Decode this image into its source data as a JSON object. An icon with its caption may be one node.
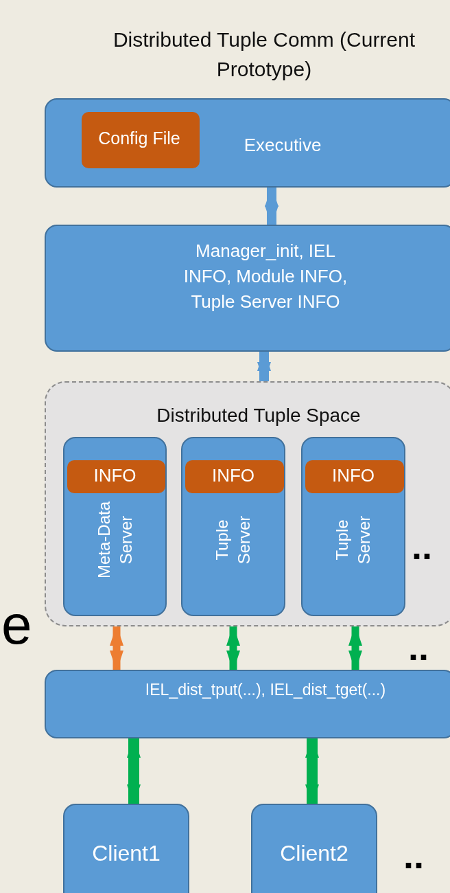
{
  "diagram": {
    "title": "Distributed Tuple Comm (Current Prototype)",
    "nodes": [
      {
        "text": [
          "Executive"
        ]
      },
      {
        "text": [
          "Config File"
        ],
        "in": 0
      },
      {
        "text": [
          "Manager_init, IEL INFO, Module INFO, Tuple Server INFO"
        ]
      },
      {
        "text": [
          "Distributed Tuple Space"
        ]
      },
      {
        "text": [
          "Meta-Data Server"
        ],
        "in": 3
      },
      {
        "text": [
          "INFO"
        ],
        "in": 4
      },
      {
        "text": [
          "Tuple Server"
        ],
        "in": 3
      },
      {
        "text": [
          "INFO"
        ],
        "in": 6
      },
      {
        "text": [
          "Tuple Server"
        ],
        "in": 3
      },
      {
        "text": [
          "INFO"
        ],
        "in": 8
      },
      {
        "text": [
          "IEL_dist_tput(...), IEL_dist_tget(...)"
        ]
      },
      {
        "text": [
          "Client1"
        ]
      },
      {
        "text": [
          "Client2"
        ]
      }
    ],
    "edges": [
      {
        "from": 0,
        "to": 2,
        "arrow": "both",
        "color": "#5b9bd5"
      },
      {
        "from": 2,
        "to": 3,
        "arrow": "both",
        "color": "#5b9bd5"
      },
      {
        "from": 4,
        "to": 10,
        "arrow": "both",
        "color": "#ed7d31"
      },
      {
        "from": 6,
        "to": 10,
        "arrow": "both"
      },
      {
        "from": 8,
        "to": 10,
        "arrow": "both"
      },
      {
        "from": 10,
        "to": 11,
        "arrow": "both"
      },
      {
        "from": 10,
        "to": 12,
        "arrow": "both"
      }
    ],
    "labels": [
      "..",
      "e",
      "..",
      ".."
    ]
  }
}
